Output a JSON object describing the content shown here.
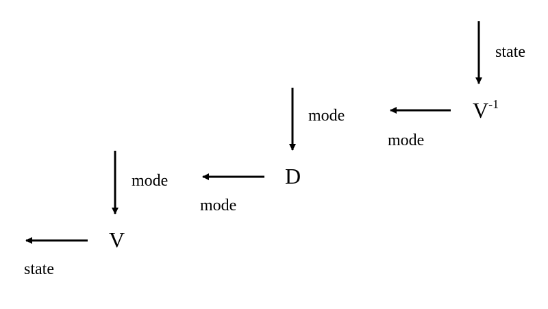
{
  "diagram": {
    "labels": {
      "state_top": "state",
      "v_inv_base": "V",
      "v_inv_sup": "-1",
      "mode_right_down": "mode",
      "mode_right_left": "mode",
      "d": "D",
      "mode_mid_down": "mode",
      "mode_mid_left": "mode",
      "v": "V",
      "state_bottom": "state"
    },
    "icons": [
      "down-arrow-icon",
      "left-arrow-icon"
    ],
    "colors": {
      "stroke": "#000000",
      "background": "#ffffff"
    }
  }
}
